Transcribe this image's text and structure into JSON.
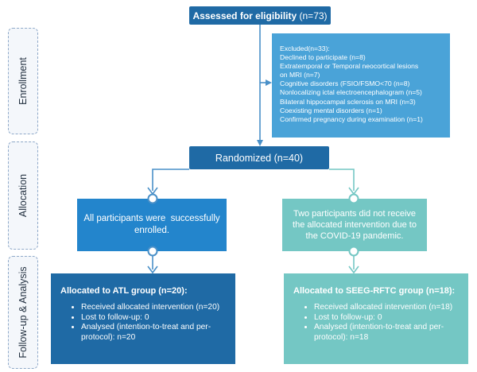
{
  "phases": {
    "enrollment": "Enrollment",
    "allocation": "Allocation",
    "followup": "Follow-up & Analysis"
  },
  "assessed": {
    "label": "Assessed for eligibility",
    "count": "(n=73)"
  },
  "excluded": {
    "title": "Excluded(n=33):",
    "items": [
      "Declined to participate (n=8)",
      "Extratemporal or Temporal neocortical lesions",
      "on MRI (n=7)",
      "Cognitive disorders (FSIO/FSMO<70 (n=8)",
      "Nonlocalizing ictal electroencephalogram (n=5)",
      "Bilateral hippocampal sclerosis on MRI (n=3)",
      "Coexisting mental disorders (n=1)",
      "Confirmed pregnancy during examination (n=1)"
    ]
  },
  "randomized": {
    "label": "Randomized (n=40)"
  },
  "enrolled_note": "All participants were  successfully enrolled.",
  "not_received_note": "Two participants did not receive the allocated intervention due to the COVID-19 pandemic.",
  "atl_group": {
    "title": "Allocated to ATL group (n=20):",
    "items": [
      "Received allocated intervention (n=20)",
      "Lost to follow-up: 0",
      "Analysed (intention-to-treat and per-protocol): n=20"
    ]
  },
  "seeg_group": {
    "title": "Allocated to SEEG-RFTC group (n=18):",
    "items": [
      "Received allocated intervention (n=18)",
      "Lost to follow-up: 0",
      "Analysed (intention-to-treat and per-protocol): n=18"
    ]
  },
  "colors": {
    "dark_blue": "#1f6aa5",
    "light_blue": "#4aa3d8",
    "mid_blue": "#2385cc",
    "teal": "#74c7c4",
    "connector": "#4a90c8",
    "connector_teal": "#74c7c4"
  }
}
